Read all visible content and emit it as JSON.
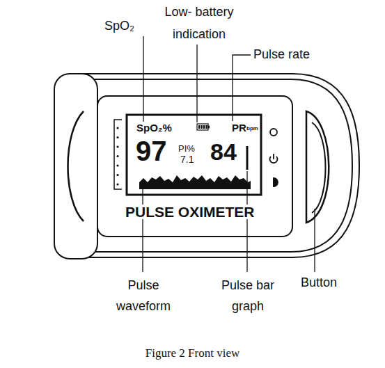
{
  "diagram": {
    "caption": "Figure 2 Front view",
    "nodes": [
      {
        "text": [
          "PULSE OXIMETER"
        ]
      },
      {
        "text": [
          "SpO₂%",
          "PR",
          "bpm",
          "97",
          "PI%",
          "7.1",
          "84"
        ],
        "in": 0
      }
    ],
    "labels": [
      "SpO₂",
      "Low- battery indication",
      "Pulse rate",
      "Pulse waveform",
      "Pulse bar graph",
      "Button"
    ]
  }
}
